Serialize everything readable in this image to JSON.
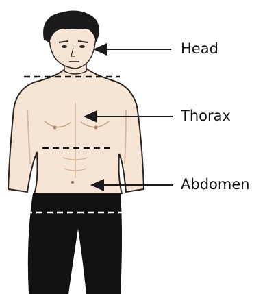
{
  "labels": {
    "head": "Head",
    "thorax": "Thorax",
    "abdomen": "Abdomen"
  },
  "colors": {
    "skin": "#f6e4d4",
    "skin_shadow": "#d9b79c",
    "outline": "#2a2520",
    "hair": "#1c1a18",
    "pants": "#111111",
    "arrow": "#1a1a1a",
    "label_text": "#111111"
  }
}
